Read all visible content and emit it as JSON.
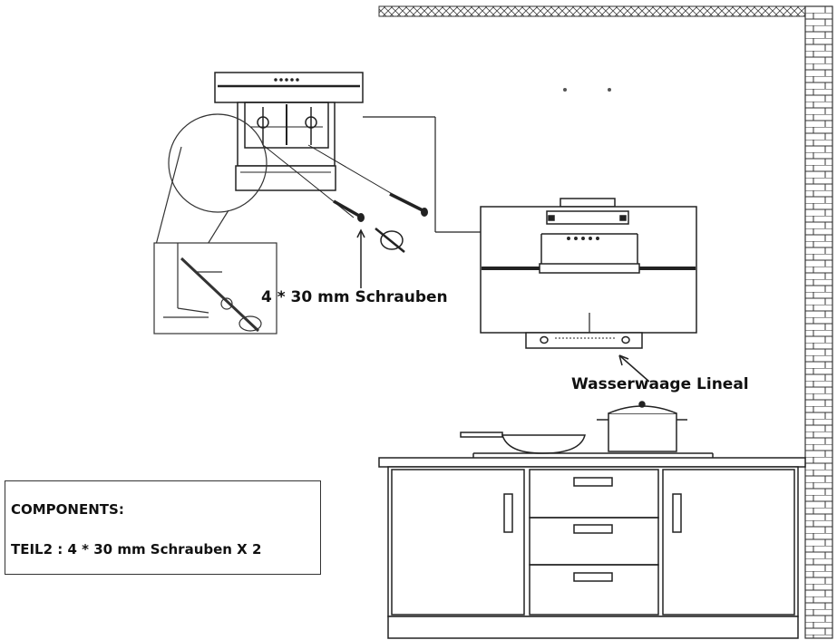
{
  "labels": {
    "screws": "4 * 30 mm Schrauben",
    "level_ruler": "Wasserwaage Lineal"
  },
  "components_box": {
    "title": "COMPONENTS:",
    "item": "TEIL2 : 4 * 30 mm Schrauben X 2"
  }
}
